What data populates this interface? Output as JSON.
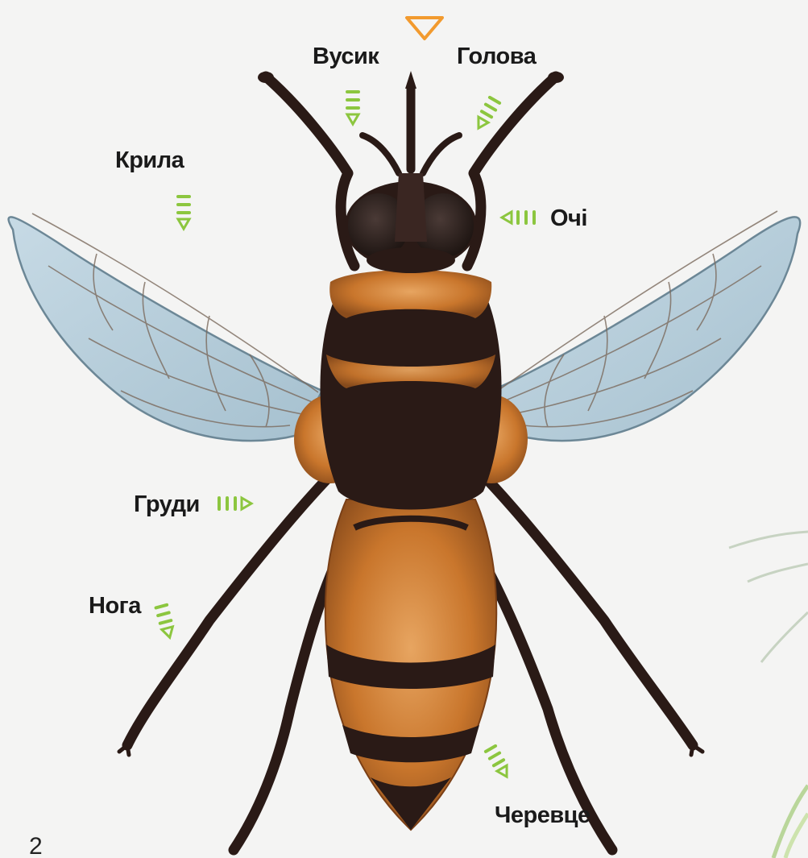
{
  "labels": {
    "antenna": "Вусик",
    "head": "Голова",
    "wings": "Крила",
    "eyes": "Очі",
    "thorax": "Груди",
    "leg": "Нога",
    "abdomen": "Черевце"
  },
  "page_number": "2",
  "colors": {
    "background": "#f4f4f3",
    "marker_green": "#8cc63f",
    "marker_orange": "#f29a2e",
    "wing": "#b9d1de",
    "body_dark": "#2a1a16",
    "fur_orange": "#c9762c"
  }
}
